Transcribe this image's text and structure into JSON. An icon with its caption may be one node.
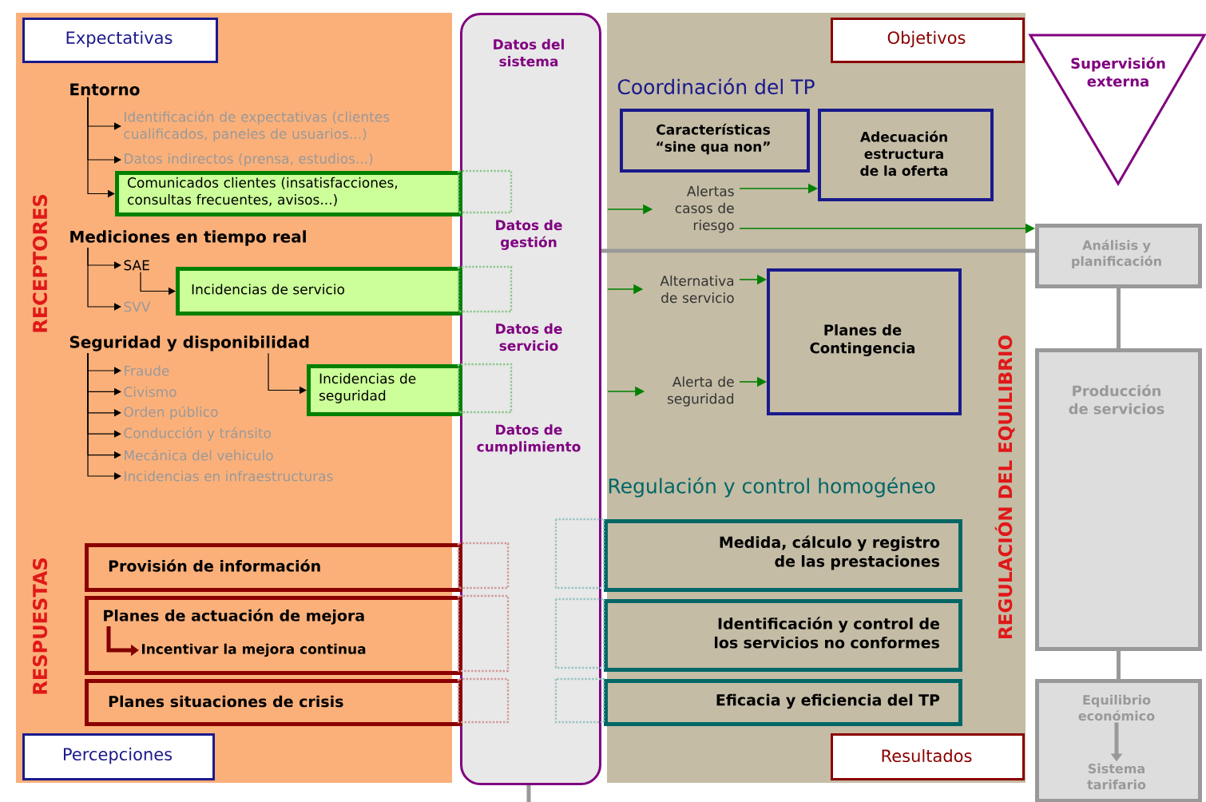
{
  "diagram": {
    "nodes": [
      {
        "text": [
          "Expectativas"
        ]
      },
      {
        "text": [
          "Objetivos"
        ]
      },
      {
        "text": [
          "Supervisión externa"
        ]
      },
      {
        "text": [
          "Datos del sistema",
          "Datos de gestión",
          "Datos de servicio",
          "Datos de cumplimiento"
        ]
      },
      {
        "text": [
          "Entorno"
        ]
      },
      {
        "text": [
          "Identificación de expectativas (clientes cualificados, paneles de usuarios...)"
        ]
      },
      {
        "text": [
          "Datos indirectos (prensa, estudios...)"
        ]
      },
      {
        "text": [
          "Comunicados clientes (insatisfacciones, consultas frecuentes, avisos...)"
        ]
      },
      {
        "text": [
          "Mediciones en tiempo real"
        ]
      },
      {
        "text": [
          "SAE"
        ]
      },
      {
        "text": [
          "SVV"
        ]
      },
      {
        "text": [
          "Incidencias de servicio"
        ]
      },
      {
        "text": [
          "Seguridad y disponibilidad"
        ]
      },
      {
        "text": [
          "Fraude"
        ]
      },
      {
        "text": [
          "Civismo"
        ]
      },
      {
        "text": [
          "Orden público"
        ]
      },
      {
        "text": [
          "Conducción y tránsito"
        ]
      },
      {
        "text": [
          "Mecánica del vehiculo"
        ]
      },
      {
        "text": [
          "Incidencias en infraestructuras"
        ]
      },
      {
        "text": [
          "Incidencias de seguridad"
        ]
      },
      {
        "text": [
          "Características “sine qua non”"
        ]
      },
      {
        "text": [
          "Adecuación estructura de la oferta"
        ]
      },
      {
        "text": [
          "Alertas casos de riesgo"
        ]
      },
      {
        "text": [
          "Alternativa de servicio"
        ]
      },
      {
        "text": [
          "Alerta de seguridad"
        ]
      },
      {
        "text": [
          "Planes de Contingencia"
        ]
      },
      {
        "text": [
          "Análisis y planificación"
        ]
      },
      {
        "text": [
          "Producción de servicios"
        ]
      },
      {
        "text": [],
        "shape": "box"
      },
      {
        "text": [
          "Equilibrio económico"
        ],
        "in": 28
      },
      {
        "text": [
          "Sistema tarifario"
        ],
        "in": 28
      },
      {
        "text": [
          "Provisión de información"
        ]
      },
      {
        "text": [],
        "shape": "box"
      },
      {
        "text": [
          "Planes de actuación de mejora"
        ],
        "in": 32
      },
      {
        "text": [
          "Incentivar la mejora continua"
        ],
        "in": 32
      },
      {
        "text": [
          "Planes situaciones de crisis"
        ]
      },
      {
        "text": [
          "Medida, cálculo y registro de las prestaciones"
        ]
      },
      {
        "text": [
          "Identificación y control de los servicios no conformes"
        ]
      },
      {
        "text": [
          "Eficacia y eficiencia del TP"
        ]
      },
      {
        "text": [
          "Percepciones"
        ]
      },
      {
        "text": [
          "Resultados"
        ]
      }
    ],
    "edges": [
      {
        "from": 4,
        "to": 5,
        "arrow": "to"
      },
      {
        "from": 4,
        "to": 6,
        "arrow": "to"
      },
      {
        "from": 4,
        "to": 7,
        "arrow": "to"
      },
      {
        "from": 8,
        "to": 9,
        "arrow": "to"
      },
      {
        "from": 8,
        "to": 10,
        "arrow": "to"
      },
      {
        "from": 9,
        "to": 11,
        "arrow": "to"
      },
      {
        "from": 12,
        "to": 13,
        "arrow": "to"
      },
      {
        "from": 12,
        "to": 14,
        "arrow": "to"
      },
      {
        "from": 12,
        "to": 15,
        "arrow": "to"
      },
      {
        "from": 12,
        "to": 16,
        "arrow": "to"
      },
      {
        "from": 12,
        "to": 17,
        "arrow": "to"
      },
      {
        "from": 12,
        "to": 18,
        "arrow": "to"
      },
      {
        "from": 12,
        "to": 19,
        "arrow": "to"
      },
      {
        "from": 3,
        "to": 22,
        "arrow": "to",
        "color": "#008000"
      },
      {
        "from": 22,
        "to": 21,
        "arrow": "to",
        "color": "#008000"
      },
      {
        "from": 22,
        "to": 26,
        "arrow": "to",
        "color": "#008000"
      },
      {
        "from": 3,
        "to": 23,
        "arrow": "to",
        "color": "#008000"
      },
      {
        "from": 23,
        "to": 25,
        "arrow": "to",
        "color": "#008000"
      },
      {
        "from": 3,
        "to": 24,
        "arrow": "to",
        "color": "#008000"
      },
      {
        "from": 24,
        "to": 25,
        "arrow": "to",
        "color": "#008000"
      },
      {
        "from": 3,
        "to": 26,
        "arrow": "none",
        "style": "thick",
        "color": "#999999"
      },
      {
        "from": 26,
        "to": 27,
        "arrow": "none",
        "style": "thick",
        "color": "#999999"
      },
      {
        "from": 27,
        "to": 28,
        "arrow": "none",
        "style": "thick",
        "color": "#999999"
      },
      {
        "from": 29,
        "to": 30,
        "arrow": "to",
        "style": "thick",
        "color": "#999999"
      },
      {
        "from": 33,
        "to": 34,
        "arrow": "to",
        "style": "thick",
        "color": "#800000"
      }
    ],
    "labels": [
      "RECEPTORES",
      "Coordinación del TP",
      "RESPUESTAS",
      "Regulación y control homogéneo",
      "REGULACIÓN DEL EQUILIBRIO"
    ]
  }
}
